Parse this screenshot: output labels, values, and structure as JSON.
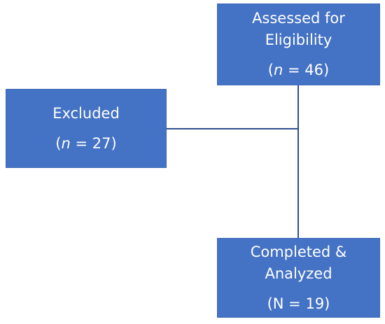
{
  "boxes": {
    "assessed": {
      "line1": "Assessed for",
      "line2": "Eligibility",
      "count_prefix": "(",
      "count_var": "n",
      "count_rest": " = 46)"
    },
    "excluded": {
      "line1": "Excluded",
      "count_prefix": "(",
      "count_var": "n",
      "count_rest": " = 27)"
    },
    "completed": {
      "line1": "Completed &",
      "line2": "Analyzed",
      "count": "(N = 19)"
    }
  },
  "colors": {
    "box_fill": "#4472c4",
    "connector": "#2f4f8f",
    "text": "#ffffff"
  }
}
